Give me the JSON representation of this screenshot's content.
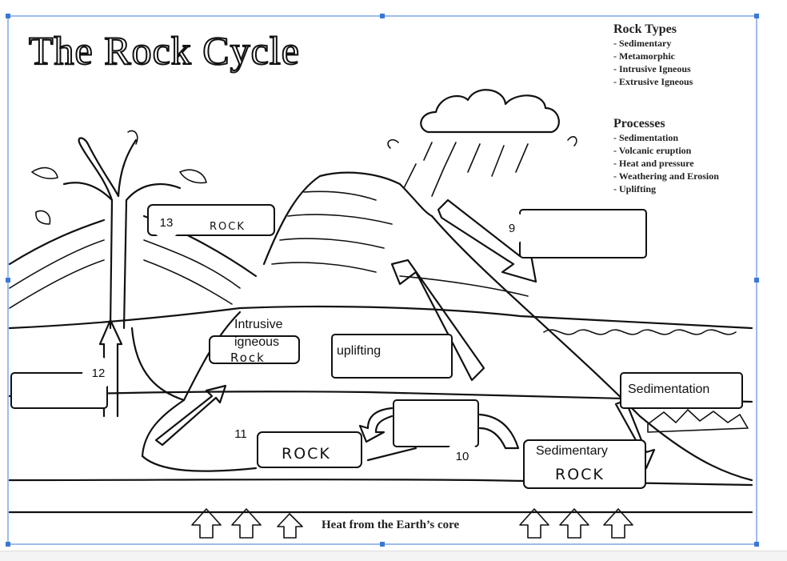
{
  "title": "The Rock Cycle",
  "rock_types": {
    "heading": "Rock Types",
    "items": [
      "- Sedimentary",
      "- Metamorphic",
      "- Intrusive Igneous",
      "- Extrusive Igneous"
    ]
  },
  "processes": {
    "heading": "Processes",
    "items": [
      "- Sedimentation",
      "- Volcanic eruption",
      "- Heat and pressure",
      "- Weathering and Erosion",
      "- Uplifting"
    ]
  },
  "numbers": {
    "n9": "9",
    "n10": "10",
    "n11": "11",
    "n12": "12",
    "n13": "13"
  },
  "answers": {
    "intrusive_line1": "Intrusive",
    "intrusive_line2": "igneous",
    "uplifting": "uplifting",
    "sedimentation": "Sedimentation",
    "sedimentary": "Sedimentary"
  },
  "rock_word": "ROCK",
  "rock_word_lower": "Rock",
  "heat_label": "Heat from the Earth’s core"
}
